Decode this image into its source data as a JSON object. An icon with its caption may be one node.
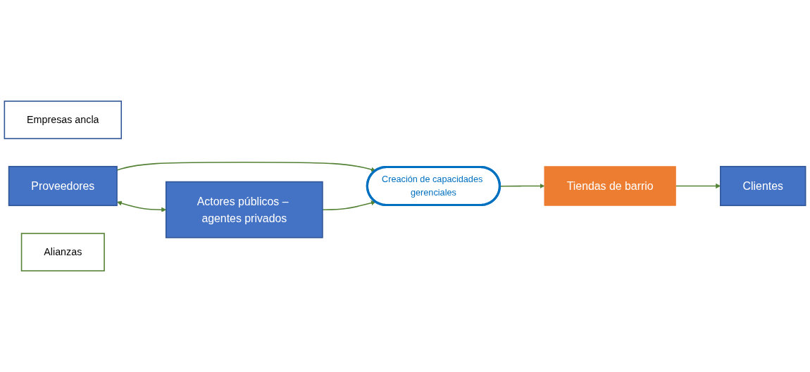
{
  "diagram": {
    "nodes": [
      {
        "text": [
          "Empresas ancla"
        ]
      },
      {
        "text": [
          "Proveedores"
        ]
      },
      {
        "text": [
          "Alianzas"
        ]
      },
      {
        "text": [
          "Actores públicos – agentes privados"
        ]
      },
      {
        "text": [
          "Creación de capacidades gerenciales"
        ]
      },
      {
        "text": [
          "Tiendas de barrio"
        ]
      },
      {
        "text": [
          "Clientes"
        ]
      }
    ],
    "edges": [
      {
        "from": 1,
        "to": 4,
        "arrow": "to"
      },
      {
        "from": 3,
        "to": 4,
        "arrow": "to"
      },
      {
        "from": 1,
        "to": 3,
        "arrow": "both"
      },
      {
        "from": 4,
        "to": 5,
        "arrow": "to"
      },
      {
        "from": 5,
        "to": 6,
        "arrow": "to"
      }
    ]
  }
}
